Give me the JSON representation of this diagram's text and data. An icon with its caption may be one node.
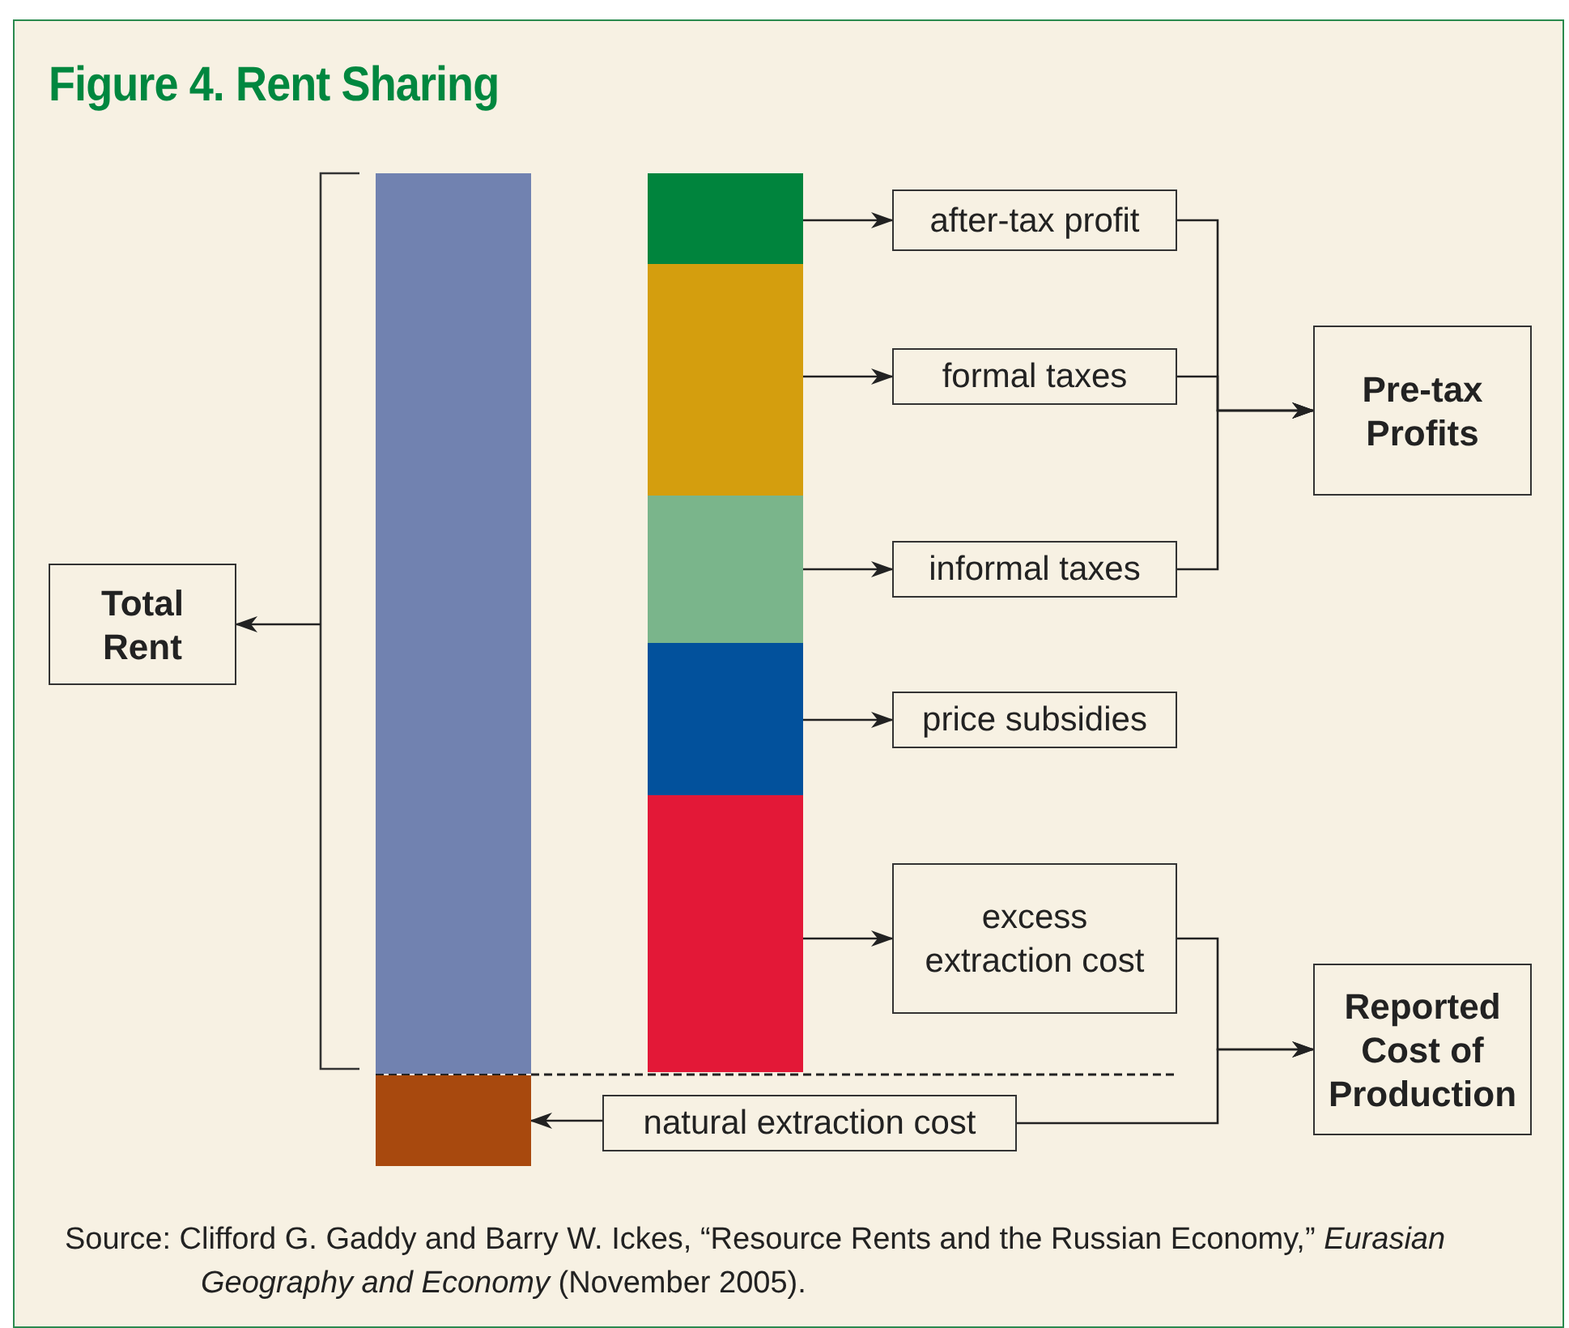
{
  "diagram": {
    "title": "Figure 4. Rent Sharing",
    "caption": "Source: Clifford G. Gaddy and Barry W. Ickes, “Resource Rents and the Russian Economy,” *Eurasian Geography and Economy* (November 2005).",
    "nodes": [
      {
        "text": [
          "Total Rent"
        ]
      },
      {
        "text": [],
        "shape": "bar"
      },
      {
        "text": [],
        "shape": "bar"
      },
      {
        "text": [],
        "shape": "bar"
      },
      {
        "text": [],
        "shape": "bar"
      },
      {
        "text": [],
        "shape": "bar"
      },
      {
        "text": [],
        "shape": "bar"
      },
      {
        "text": [],
        "shape": "bar"
      },
      {
        "text": [
          "after-tax profit"
        ]
      },
      {
        "text": [
          "formal taxes"
        ]
      },
      {
        "text": [
          "informal taxes"
        ]
      },
      {
        "text": [
          "price subsidies"
        ]
      },
      {
        "text": [
          "excess extraction cost"
        ]
      },
      {
        "text": [
          "natural extraction cost"
        ]
      },
      {
        "text": [
          "Pre-tax Profits"
        ]
      },
      {
        "text": [
          "Reported Cost of Production"
        ]
      },
      {
        "text": [],
        "shape": "bracket"
      }
    ],
    "edges": [
      {
        "from": 16,
        "to": 0,
        "arrow": "to"
      },
      {
        "from": 3,
        "to": 8,
        "arrow": "to"
      },
      {
        "from": 4,
        "to": 9,
        "arrow": "to"
      },
      {
        "from": 5,
        "to": 10,
        "arrow": "to"
      },
      {
        "from": 6,
        "to": 11,
        "arrow": "to"
      },
      {
        "from": 7,
        "to": 12,
        "arrow": "to"
      },
      {
        "from": 8,
        "to": 14,
        "arrow": "to"
      },
      {
        "from": 9,
        "to": 14,
        "arrow": "to"
      },
      {
        "from": 10,
        "to": 14,
        "arrow": "to"
      },
      {
        "from": 12,
        "to": 15,
        "arrow": "to"
      },
      {
        "from": 13,
        "to": 15,
        "arrow": "to"
      },
      {
        "from": 13,
        "to": 2,
        "arrow": "to"
      }
    ]
  }
}
